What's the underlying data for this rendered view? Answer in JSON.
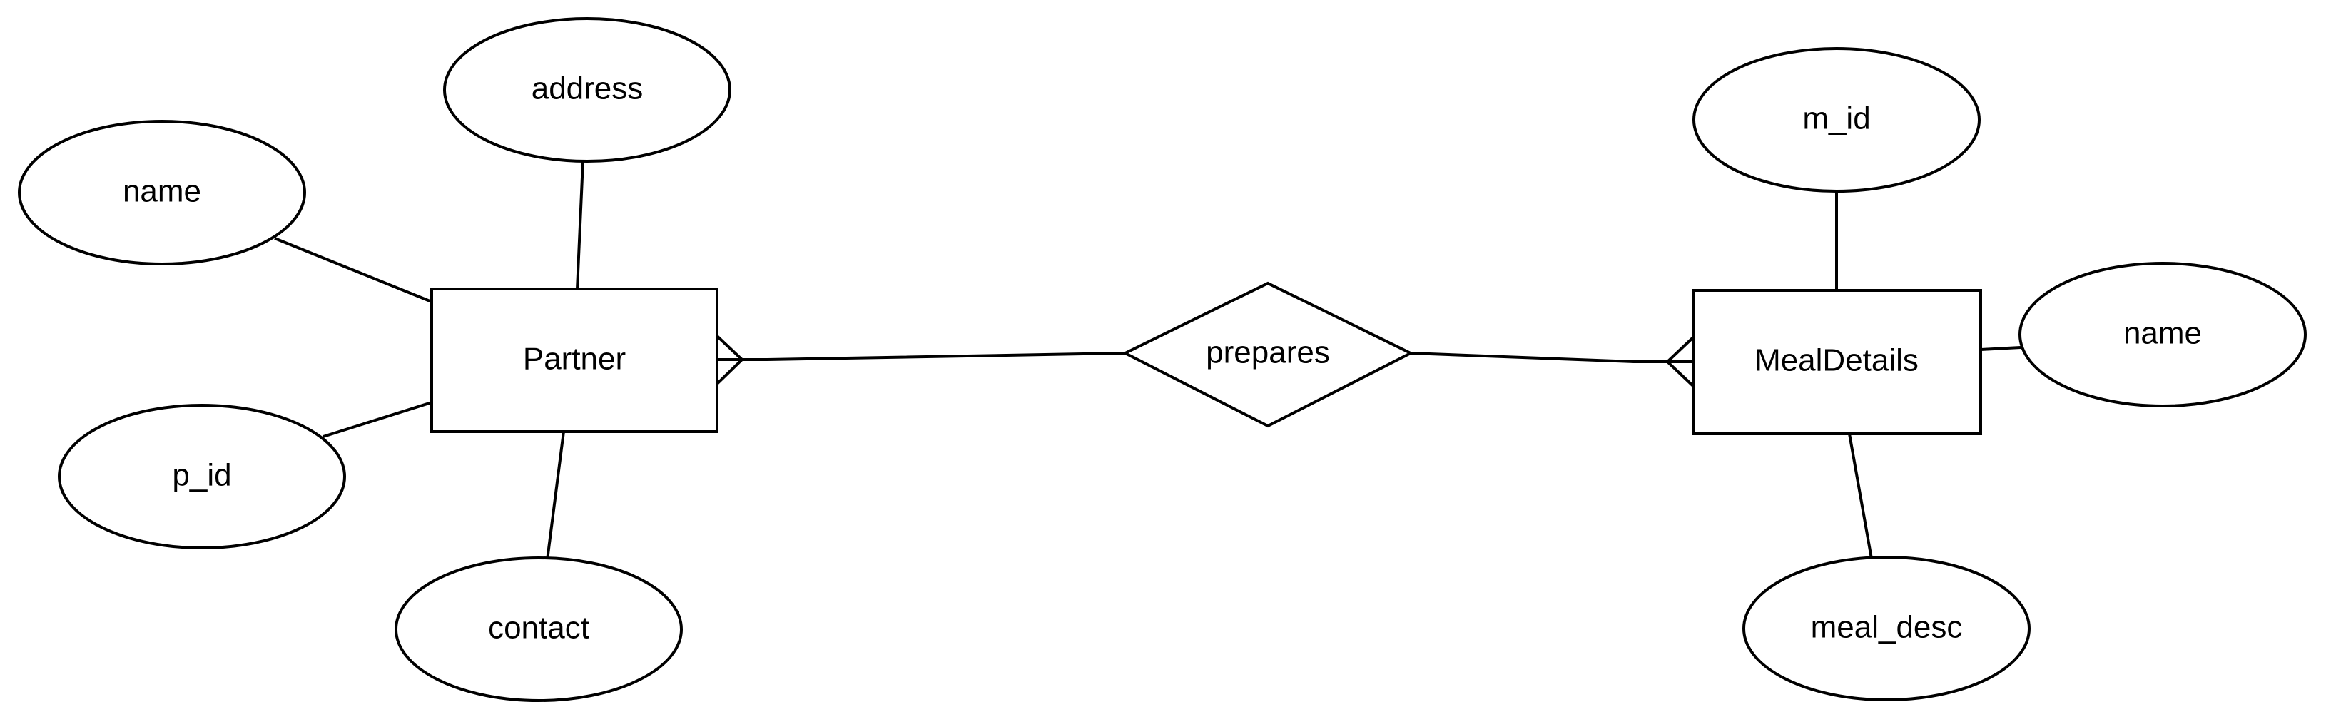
{
  "diagram": {
    "entities": {
      "partner": "Partner",
      "meal_details": "MealDetails"
    },
    "relationship": "prepares",
    "attributes": {
      "partner_address": "address",
      "partner_name": "name",
      "partner_p_id": "p_id",
      "partner_contact": "contact",
      "meal_m_id": "m_id",
      "meal_name": "name",
      "meal_meal_desc": "meal_desc"
    }
  }
}
